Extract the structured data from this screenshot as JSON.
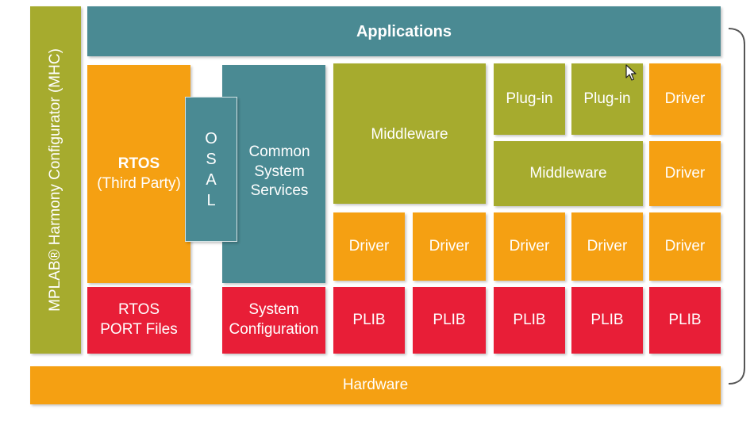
{
  "mhc": {
    "label": "MPLAB® Harmony Configurator (MHC)"
  },
  "applications": {
    "label": "Applications"
  },
  "rtos": {
    "title": "RTOS",
    "subtitle": "(Third Party)"
  },
  "osal": {
    "letters": [
      "O",
      "S",
      "A",
      "L"
    ]
  },
  "common_services": {
    "lines": [
      "Common",
      "System",
      "Services"
    ]
  },
  "middleware_main": {
    "label": "Middleware"
  },
  "plugins": [
    {
      "label": "Plug-in"
    },
    {
      "label": "Plug-in"
    }
  ],
  "middleware_secondary": {
    "label": "Middleware"
  },
  "top_drivers": [
    {
      "label": "Driver"
    },
    {
      "label": "Driver"
    }
  ],
  "driver_row": [
    {
      "label": "Driver"
    },
    {
      "label": "Driver"
    },
    {
      "label": "Driver"
    },
    {
      "label": "Driver"
    },
    {
      "label": "Driver"
    }
  ],
  "rtos_port": {
    "lines": [
      "RTOS",
      "PORT Files"
    ]
  },
  "system_config": {
    "lines": [
      "System",
      "Configuration"
    ]
  },
  "plib_row": [
    {
      "label": "PLIB"
    },
    {
      "label": "PLIB"
    },
    {
      "label": "PLIB"
    },
    {
      "label": "PLIB"
    },
    {
      "label": "PLIB"
    }
  ],
  "hardware": {
    "label": "Hardware"
  },
  "colors": {
    "teal": "#4a8a93",
    "olive": "#a6ab2e",
    "orange": "#f5a012",
    "red": "#e81e37"
  }
}
